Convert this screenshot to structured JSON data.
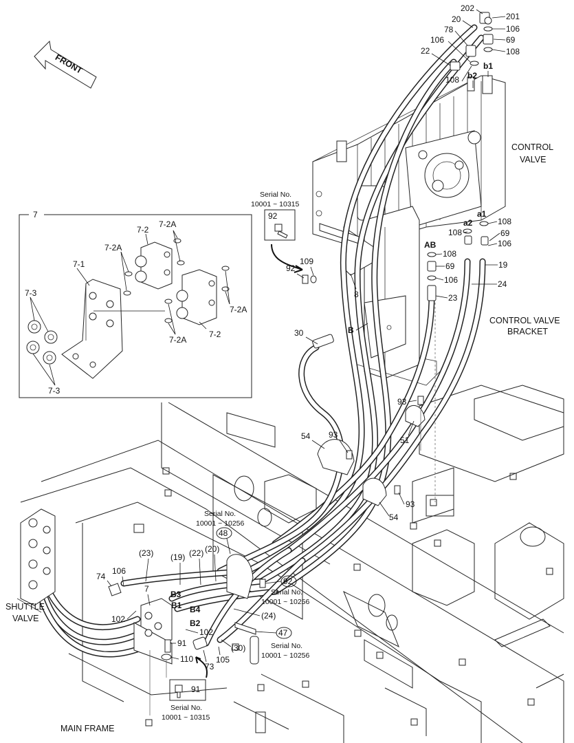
{
  "front_label": "FRONT",
  "captions": {
    "control_valve": [
      "CONTROL",
      "VALVE"
    ],
    "control_valve_bracket": [
      "CONTROL VALVE",
      "BRACKET"
    ],
    "shuttle_valve": [
      "SHUTTLE",
      "VALVE"
    ],
    "main_frame": "MAIN FRAME"
  },
  "serial": {
    "title": "Serial No.",
    "s1": "10001 ~ 10315",
    "s2": "10001 ~ 10256",
    "s3": "10001 ~ 10256",
    "s4": "10001 ~ 10256",
    "s5": "10001 ~ 10315"
  },
  "detail_box_label": "7",
  "labels": {
    "l202": "202",
    "l201": "201",
    "l20": "20",
    "l78": "78",
    "l106a": "106",
    "l106b": "106",
    "l69a": "69",
    "l108a": "108",
    "l22": "22",
    "l108b": "108",
    "b2": "b2",
    "b1": "b1",
    "a1": "a1",
    "a2": "a2",
    "ab": "AB",
    "l108c": "108",
    "l108d": "108",
    "l69b": "69",
    "l106c": "106",
    "l108e": "108",
    "l69c": "69",
    "l19": "19",
    "l106d": "106",
    "l24": "24",
    "l23": "23",
    "l92a": "92",
    "l92b": "92",
    "l109": "109",
    "l8": "8",
    "b": "B",
    "l30": "30",
    "l93a": "93",
    "l51": "51",
    "l54a": "54",
    "l93b": "93",
    "l93c": "93",
    "l54b": "54",
    "l48": "48",
    "p23": "(23)",
    "p19": "(19)",
    "p22": "(22)",
    "p20": "(20)",
    "l74": "74",
    "l106e": "106",
    "l7": "7",
    "b3": "B3",
    "b1u": "B1",
    "b4": "B4",
    "b2u": "B2",
    "l102a": "102",
    "l102b": "102",
    "l92c": "92",
    "p24": "(24)",
    "l47": "47",
    "p30": "(30)",
    "l91a": "91",
    "l110": "110",
    "l73": "73",
    "l105": "105",
    "l91b": "91",
    "k71": "7-1",
    "k72a": "7-2",
    "k72b": "7-2",
    "k72A_1": "7-2A",
    "k72A_2": "7-2A",
    "k72A_3": "7-2A",
    "k72A_4": "7-2A",
    "k73a": "7-3",
    "k73b": "7-3"
  }
}
